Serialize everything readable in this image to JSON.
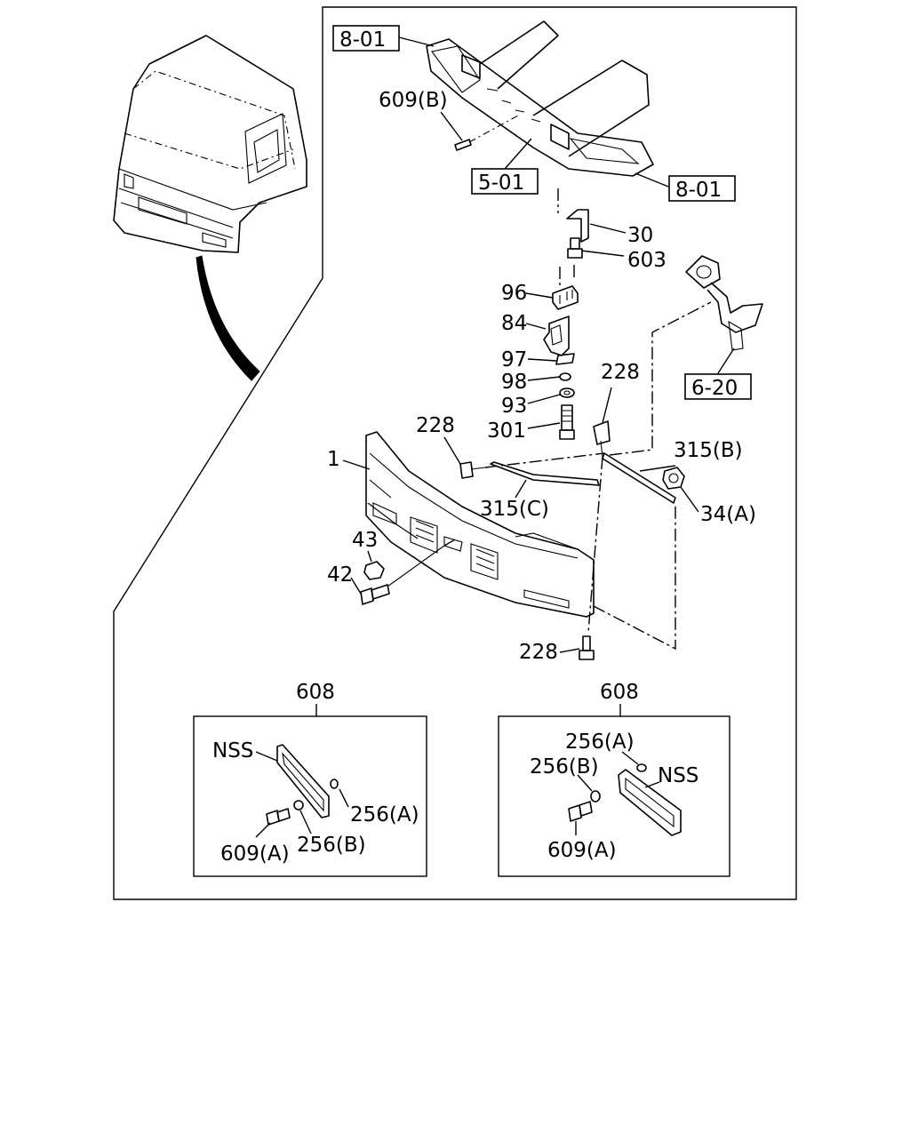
{
  "labels": {
    "ref_8_01_top": "8-01",
    "ref_5_01": "5-01",
    "ref_8_01_right": "8-01",
    "ref_6_20": "6-20",
    "l_609b": "609(B)",
    "l_30": "30",
    "l_603": "603",
    "l_96": "96",
    "l_84": "84",
    "l_97": "97",
    "l_98": "98",
    "l_93": "93",
    "l_301": "301",
    "l_228_a": "228",
    "l_228_b": "228",
    "l_228_c": "228",
    "l_315b": "315(B)",
    "l_315c": "315(C)",
    "l_34a": "34(A)",
    "l_1": "1",
    "l_43": "43",
    "l_42": "42",
    "l_608_left": "608",
    "l_608_right": "608",
    "l_nss_left": "NSS",
    "l_256a_left": "256(A)",
    "l_256b_left": "256(B)",
    "l_609a_left": "609(A)",
    "l_256a_right": "256(A)",
    "l_256b_right": "256(B)",
    "l_nss_right": "NSS",
    "l_609a_right": "609(A)"
  }
}
